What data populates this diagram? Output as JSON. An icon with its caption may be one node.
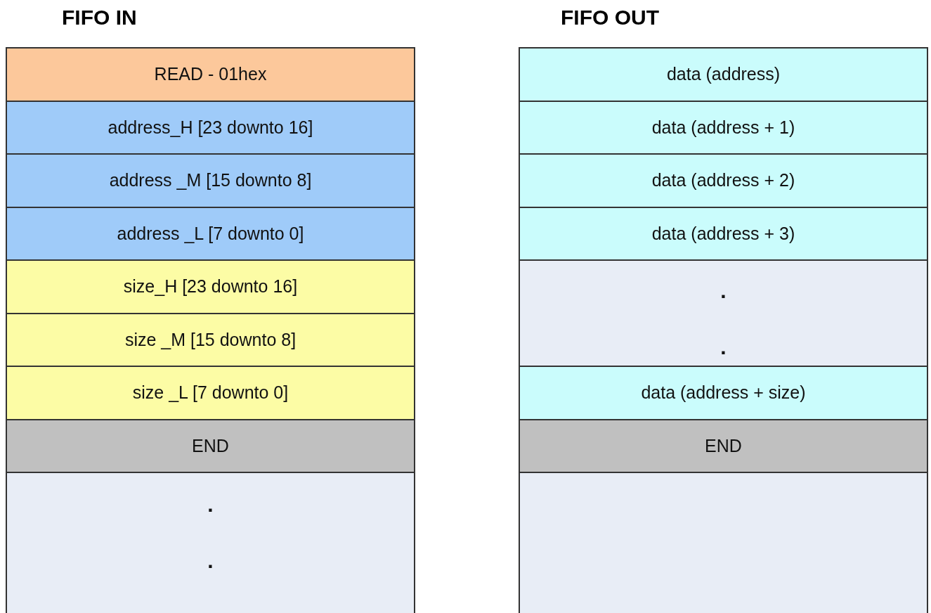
{
  "diagram": {
    "nodes": [
      {
        "text": [
          "READ - 01hex"
        ]
      },
      {
        "text": [
          "address_H [23 downto 16]"
        ]
      },
      {
        "text": [
          "address _M [15 downto 8]"
        ]
      },
      {
        "text": [
          "address _L [7 downto 0]"
        ]
      },
      {
        "text": [
          "size_H [23 downto 16]"
        ]
      },
      {
        "text": [
          "size _M [15 downto 8]"
        ]
      },
      {
        "text": [
          "size _L [7 downto 0]"
        ]
      },
      {
        "text": [
          "END"
        ]
      },
      {
        "text": [
          ".",
          "."
        ]
      },
      {
        "text": [
          "data (address)"
        ]
      },
      {
        "text": [
          "data (address + 1)"
        ]
      },
      {
        "text": [
          "data (address + 2)"
        ]
      },
      {
        "text": [
          "data (address + 3)"
        ]
      },
      {
        "text": [
          ".",
          "."
        ]
      },
      {
        "text": [
          "data (address + size)"
        ]
      },
      {
        "text": [
          "END"
        ]
      },
      {
        "text": [],
        "shape": "box"
      }
    ],
    "labels": [
      "FIFO IN",
      "FIFO OUT"
    ]
  }
}
